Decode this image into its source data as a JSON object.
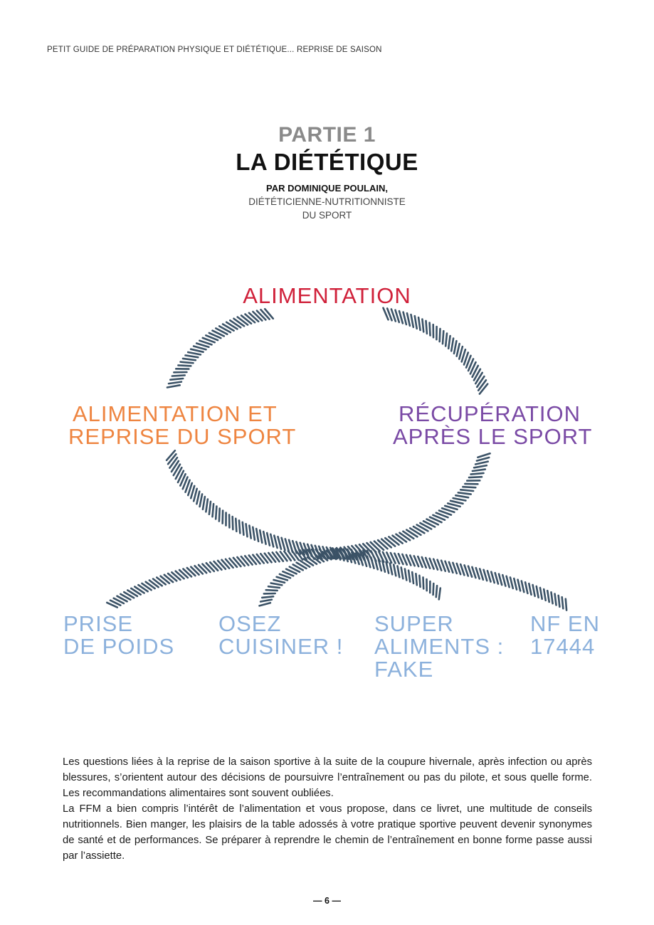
{
  "header": {
    "running_title": "PETIT GUIDE DE PRÉPARATION PHYSIQUE ET DIÉTÉTIQUE... REPRISE DE SAISON"
  },
  "title_block": {
    "part": "PARTIE 1",
    "title": "LA DIÉTÉTIQUE",
    "author": "PAR DOMINIQUE POULAIN,",
    "role_line1": "DIÉTÉTICIENNE-NUTRITIONNISTE",
    "role_line2": "DU SPORT"
  },
  "diagram": {
    "stroke_color": "#3b5266",
    "top": {
      "label": "ALIMENTATION",
      "color": "#d0213a"
    },
    "left": {
      "line1": "ALIMENTATION ET",
      "line2": "REPRISE DU SPORT",
      "color": "#ee8541"
    },
    "right": {
      "line1": "RÉCUPÉRATION",
      "line2": "APRÈS LE SPORT",
      "color": "#7a4aa5"
    },
    "branches": [
      {
        "lines": [
          "PRISE",
          "DE POIDS"
        ]
      },
      {
        "lines": [
          "OSEZ",
          "CUISINER !"
        ]
      },
      {
        "lines": [
          "SUPER",
          "ALIMENTS :",
          "FAKE"
        ]
      },
      {
        "lines": [
          "NF EN",
          "17444"
        ]
      }
    ],
    "branch_color": "#8cb1dc"
  },
  "body": {
    "paragraph1": "Les questions liées à la reprise de la saison sportive à la suite de la coupure hivernale, après infection ou après blessures, s’orientent autour des décisions de poursuivre l’entraînement ou pas du pilote, et sous quelle forme. Les recommandations alimentaires sont souvent oubliées.",
    "paragraph2": "La FFM a bien compris l’intérêt de l’alimentation et vous propose, dans ce livret, une multitude de conseils nutritionnels. Bien manger, les plaisirs de la table adossés à votre pratique sportive peuvent devenir synonymes de santé et de performances. Se préparer à reprendre le chemin de l’entraînement en bonne forme passe aussi par l’assiette."
  },
  "footer": {
    "page_number": "— 6 —"
  }
}
